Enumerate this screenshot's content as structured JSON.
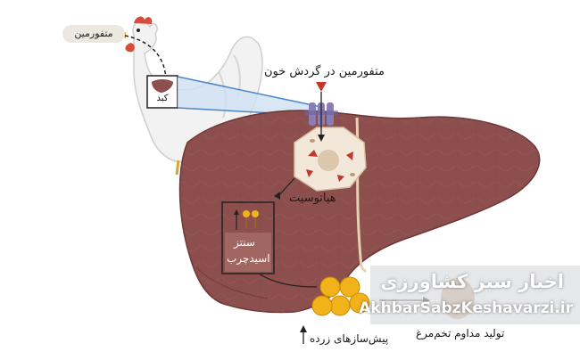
{
  "labels": {
    "metformin_source": "متفورمین",
    "liver_box": "کبد",
    "metformin_blood": "متفورمین در گردش خون",
    "hepatocyte": "هپاتوسیت",
    "fatty_acid_synthesis_line1": "سنتز",
    "fatty_acid_synthesis_line2": "اسیدچرب",
    "yolk_precursors": "پیش‌سازهای زرده",
    "egg_production": "تولید مداوم تخم‌مرغ"
  },
  "watermark": {
    "persian": "اخبار سبز کشاورزی",
    "latin": "AkhbarSabzKeshavarzi.ir"
  },
  "colors": {
    "liver": "#8d4f4d",
    "liver_dark": "#6b3635",
    "transporter": "#8b7db3",
    "arrow_red": "#c0392b",
    "yolk": "#f2b21a",
    "egg": "#c9a486"
  }
}
